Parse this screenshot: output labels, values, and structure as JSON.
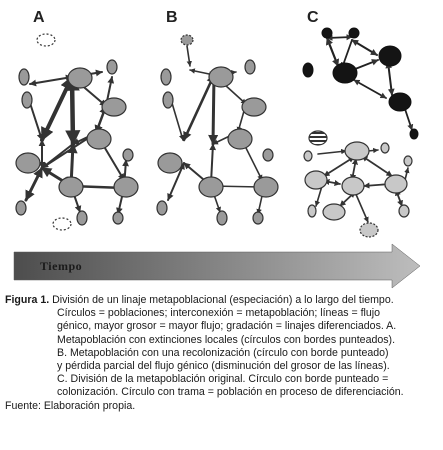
{
  "panels": [
    "A",
    "B",
    "C"
  ],
  "timeline": {
    "label": "Tiempo"
  },
  "caption": {
    "figure_label": "Figura 1.",
    "lines": [
      "División de un linaje metapoblacional (especiación) a lo largo del tiempo.",
      "Círculos = poblaciones; interconexión = metapoblación; líneas = flujo",
      "génico, mayor grosor = mayor flujo; gradación = linajes diferenciados. A.",
      "Metapoblación con extinciones locales (círculos con bordes punteados).",
      "B. Metapoblación con una recolonización (círculo con borde punteado)",
      "y pérdida parcial del flujo génico (disminución del grosor de las líneas).",
      "C. División de la metapoblación original. Círculo con borde punteado =",
      "colonización. Círculo con trama = población en proceso de diferenciación."
    ],
    "source": "Fuente: Elaboración propia."
  },
  "colors": {
    "node_gray": "#9a9a9a",
    "node_light": "#c8c8c8",
    "node_black": "#141414",
    "arrow_dark": "#3a3a3a",
    "timeline_dark": "#4a4a4a",
    "timeline_light": "#c8c8c8"
  }
}
